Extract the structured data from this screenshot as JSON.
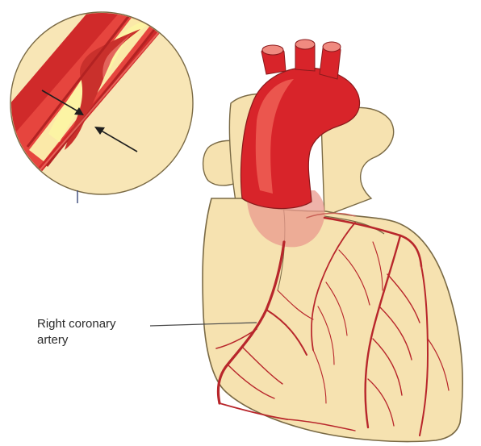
{
  "labels": {
    "artery_line1": "Right coronary",
    "artery_line2": "artery"
  },
  "colors": {
    "heart_fill": "#f6e2b0",
    "outline": "#7a6a45",
    "aorta": "#d8242a",
    "aorta_highlight": "#ee5f55",
    "vessel": "#b8262b",
    "plaque": "#fbf3a0",
    "inset_bg": "#f8e6b6"
  },
  "icons": {
    "inset": "narrowed-artery-cross-section",
    "arrows": "pointer-arrow"
  }
}
